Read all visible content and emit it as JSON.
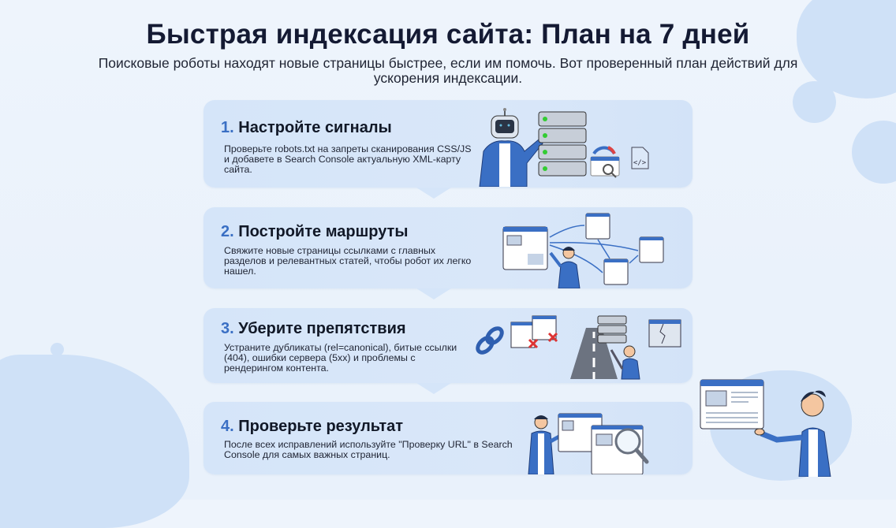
{
  "header": {
    "title": "Быстрая индексация сайта: План на 7 дней",
    "subtitle": "Поисковые роботы находят новые страницы быстрее, если им помочь. Вот проверенный план действий для ускорения индексации."
  },
  "steps": [
    {
      "number": "1.",
      "title": "Настройте сигналы",
      "text": "Проверьте robots.txt на запреты сканирования CSS/JS и добавете в Search Console актуальную XML-карту сайта.",
      "illustration": "robot-server-sitemap"
    },
    {
      "number": "2.",
      "title": "Постройте маршруты",
      "text": "Свяжите новые страницы ссылками с главных разделов и релевантных статей, чтобы робот их легко нашел.",
      "illustration": "linked-pages"
    },
    {
      "number": "3.",
      "title": "Уберите препятствия",
      "text": "Устраните дубликаты (rel=canonical), битые ссылки (404), ошибки сервера (5xx) и проблемы с рендерингом контента.",
      "illustration": "road-repair"
    },
    {
      "number": "4.",
      "title": "Проверьте результат",
      "text": "После всех исправлений используйте \"Проверку URL\" в Search Console для самых важных страниц.",
      "illustration": "url-inspection"
    }
  ],
  "icons": {
    "code_file": "</>"
  },
  "colors": {
    "accent": "#3a6fc4",
    "card_bg": "#d5e5f9",
    "blob": "#cfe1f7",
    "title": "#141a33"
  }
}
